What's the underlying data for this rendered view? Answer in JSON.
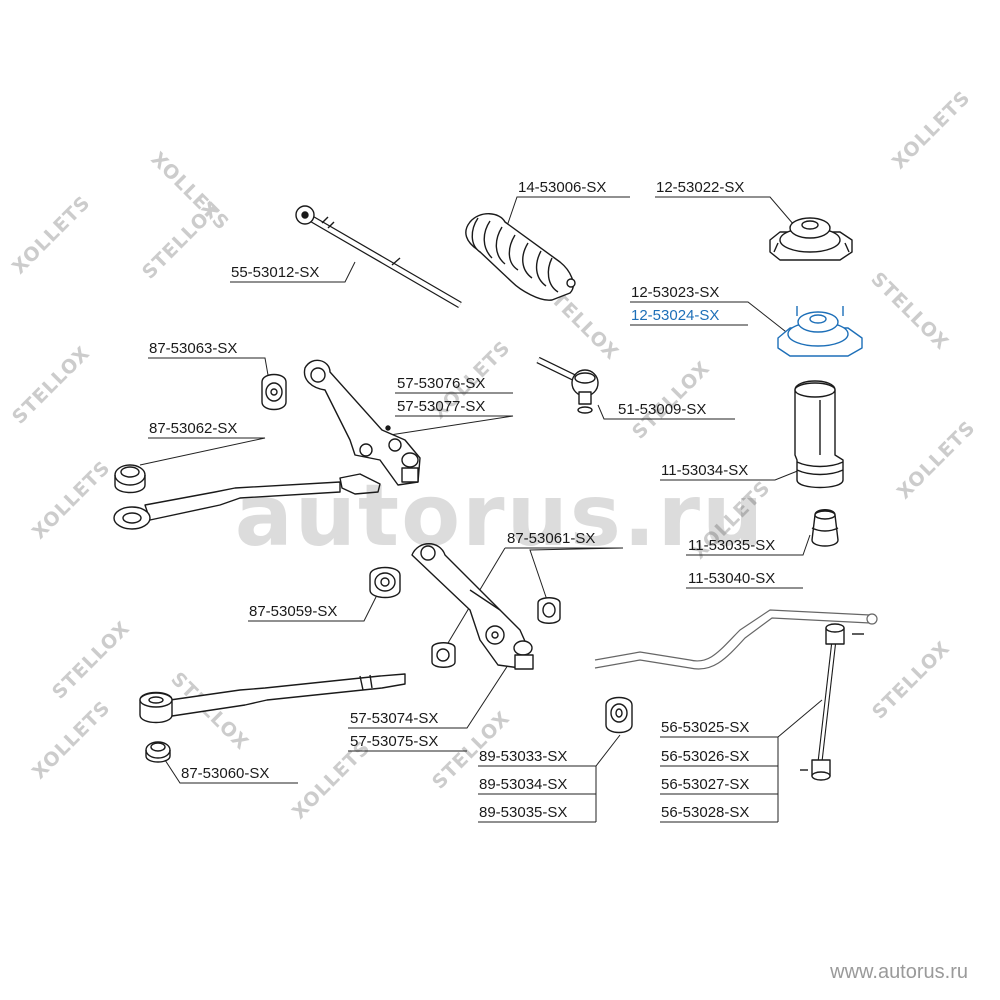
{
  "brand_watermark": "STELLOX",
  "brand_watermark_rev": "XOLLETS",
  "site_watermark": "autorus.ru",
  "site_url": "www.autorus.ru",
  "highlight_color": "#1d6fb8",
  "parts": {
    "tie_rod_boot": "14-53006-SX",
    "strut_mount_top": "12-53022-SX",
    "inner_tie_rod": "55-53012-SX",
    "strut_mount_a": "12-53023-SX",
    "strut_mount_b": "12-53024-SX",
    "bushing_upper": "87-53063-SX",
    "control_arm_upper_a": "57-53076-SX",
    "control_arm_upper_b": "57-53077-SX",
    "tie_rod_end": "51-53009-SX",
    "bushing_upper_2": "87-53062-SX",
    "strut_boot": "11-53034-SX",
    "control_arm_bushing": "87-53061-SX",
    "bump_stop_a": "11-53035-SX",
    "bump_stop_b": "11-53040-SX",
    "bushing_lower": "87-53059-SX",
    "control_arm_lower_a": "57-53074-SX",
    "control_arm_lower_b": "57-53075-SX",
    "stab_link_a": "56-53025-SX",
    "stab_bushing_a": "89-53033-SX",
    "stab_link_b": "56-53026-SX",
    "stab_bushing_b": "89-53034-SX",
    "stab_link_c": "56-53027-SX",
    "bushing_lower_2": "87-53060-SX",
    "stab_bushing_c": "89-53035-SX",
    "stab_link_d": "56-53028-SX"
  }
}
